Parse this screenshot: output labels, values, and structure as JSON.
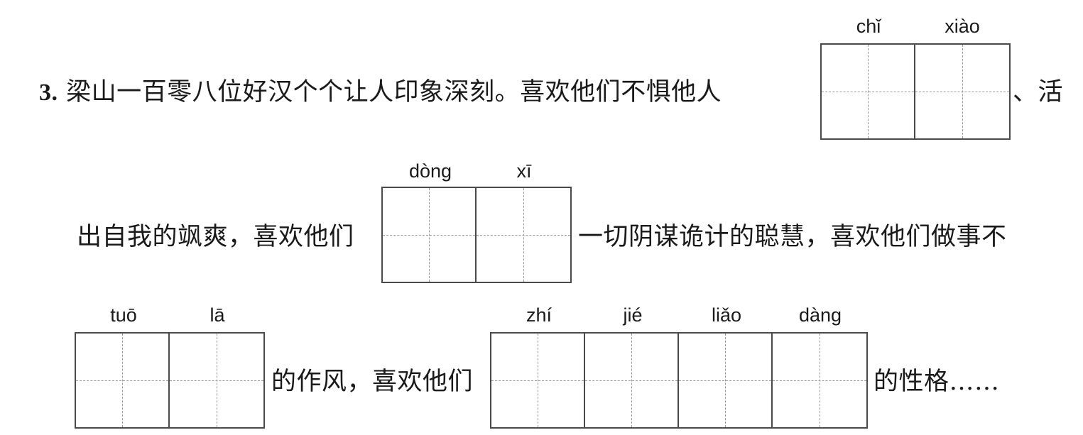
{
  "question": {
    "number": "3.",
    "line1": "梁山一百零八位好汉个个让人印象深刻。喜欢他们不惧他人",
    "line1_end": "、活",
    "line2_start": "出自我的飒爽，喜欢他们",
    "line2_end": "一切阴谋诡计的聪慧，喜欢他们做事不",
    "line3_mid": "的作风，喜欢他们",
    "line3_end": "的性格……"
  },
  "pinyin": {
    "box1": [
      "chǐ",
      "xiào"
    ],
    "box2": [
      "dòng",
      "xī"
    ],
    "box3": [
      "tuō",
      "lā"
    ],
    "box4": [
      "zhí",
      "jié",
      "liǎo",
      "dàng"
    ]
  }
}
